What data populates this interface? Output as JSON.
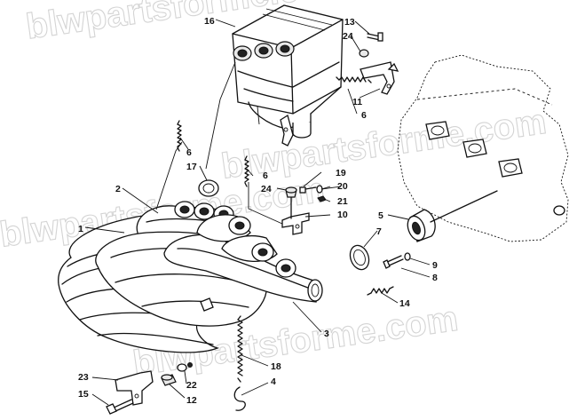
{
  "watermark": "blwpartsforme.com",
  "callouts": [
    {
      "id": "c16",
      "label": "16"
    },
    {
      "id": "c13",
      "label": "13"
    },
    {
      "id": "c24a",
      "label": "24"
    },
    {
      "id": "c11",
      "label": "11"
    },
    {
      "id": "c6a",
      "label": "6"
    },
    {
      "id": "c6b",
      "label": "6"
    },
    {
      "id": "c17",
      "label": "17"
    },
    {
      "id": "c2",
      "label": "2"
    },
    {
      "id": "c6c",
      "label": "6"
    },
    {
      "id": "c19",
      "label": "19"
    },
    {
      "id": "c20",
      "label": "20"
    },
    {
      "id": "c24b",
      "label": "24"
    },
    {
      "id": "c21",
      "label": "21"
    },
    {
      "id": "c10",
      "label": "10"
    },
    {
      "id": "c1",
      "label": "1"
    },
    {
      "id": "c5",
      "label": "5"
    },
    {
      "id": "c7",
      "label": "7"
    },
    {
      "id": "c9",
      "label": "9"
    },
    {
      "id": "c8",
      "label": "8"
    },
    {
      "id": "c14",
      "label": "14"
    },
    {
      "id": "c3",
      "label": "3"
    },
    {
      "id": "c18",
      "label": "18"
    },
    {
      "id": "c23",
      "label": "23"
    },
    {
      "id": "c22",
      "label": "22"
    },
    {
      "id": "c4",
      "label": "4"
    },
    {
      "id": "c15",
      "label": "15"
    },
    {
      "id": "c12",
      "label": "12"
    }
  ]
}
